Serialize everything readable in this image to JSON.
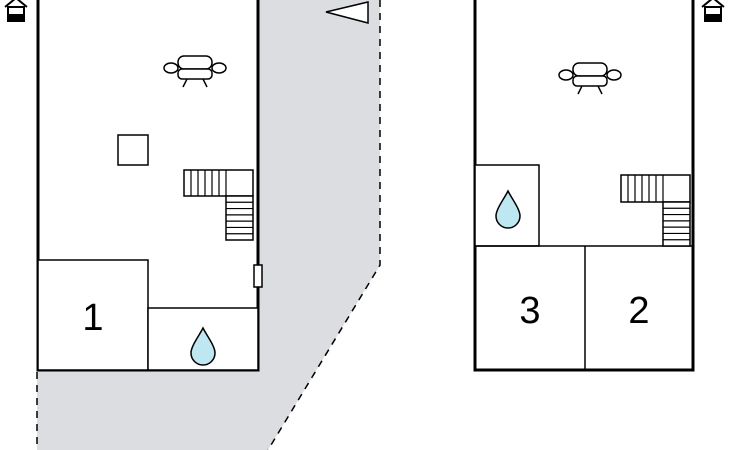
{
  "colors": {
    "wall": "#000000",
    "terrace": "#dcdde1",
    "water": "#bde7f1",
    "background": "#ffffff"
  },
  "icons": {
    "sofa": "sofa-icon",
    "stairs": "stairs-icon",
    "water": "water-drop-icon",
    "entrance": "house-entrance-icon",
    "north": "north-arrow-icon"
  },
  "floor_left": {
    "rooms": [
      {
        "label": "1"
      }
    ]
  },
  "floor_right": {
    "rooms": [
      {
        "label": "3"
      },
      {
        "label": "2"
      }
    ]
  }
}
